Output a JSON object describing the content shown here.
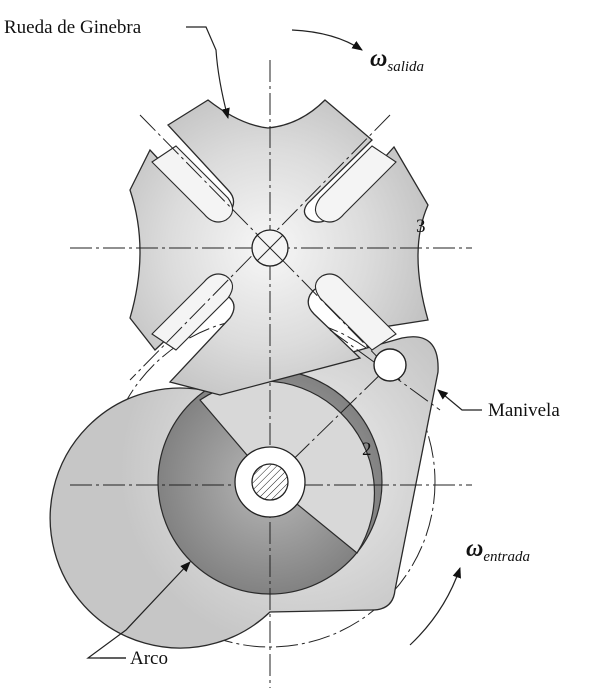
{
  "labels": {
    "geneva_wheel": "Rueda de Ginebra",
    "crank": "Manivela",
    "arc": "Arco",
    "part_3": "3",
    "part_2": "2"
  },
  "omega_out": {
    "symbol": "ω",
    "sub": "salida"
  },
  "omega_in": {
    "symbol": "ω",
    "sub": "entrada"
  },
  "colors": {
    "wheel_outer": "#c8c8c8",
    "wheel_inner": "#f2f2f2",
    "crank_plate": "#d4d4d4",
    "arc_dark": "#8a8a8a",
    "arc_light": "#bdbdbd",
    "outline": "#2a2a2a"
  }
}
